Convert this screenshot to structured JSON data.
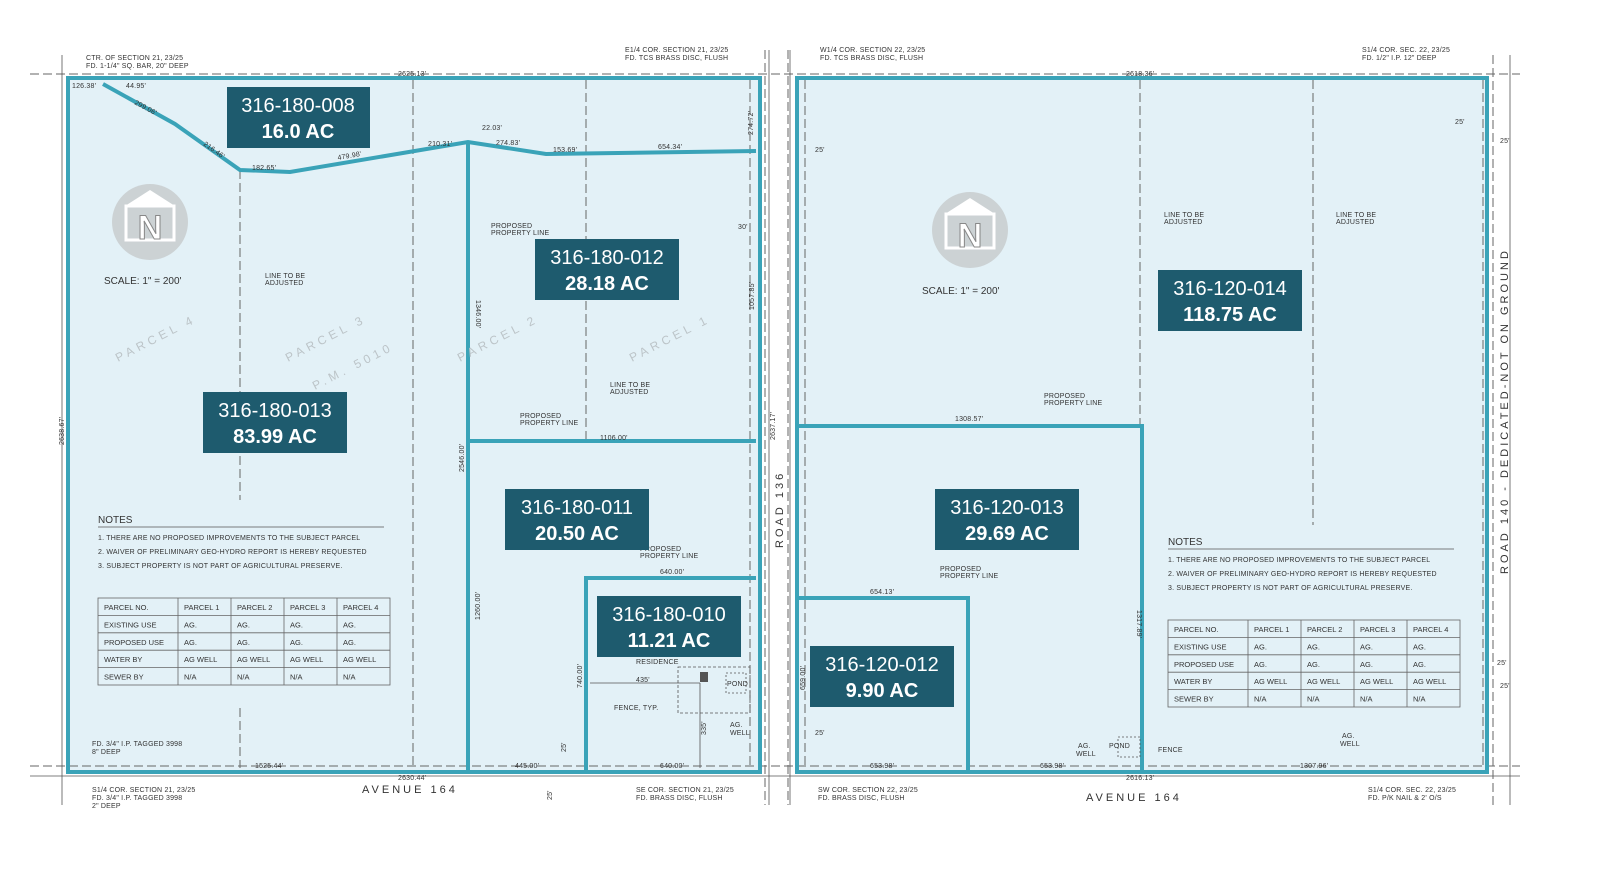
{
  "parcels": [
    {
      "apn": "316-180-008",
      "acres": "16.0 AC"
    },
    {
      "apn": "316-180-012",
      "acres": "28.18 AC"
    },
    {
      "apn": "316-180-013",
      "acres": "83.99 AC"
    },
    {
      "apn": "316-180-011",
      "acres": "20.50 AC"
    },
    {
      "apn": "316-180-010",
      "acres": "11.21 AC"
    },
    {
      "apn": "316-120-014",
      "acres": "118.75 AC"
    },
    {
      "apn": "316-120-013",
      "acres": "29.69 AC"
    },
    {
      "apn": "316-120-012",
      "acres": "9.90 AC"
    }
  ],
  "scale": "SCALE: 1\" = 200'",
  "parcel_names": [
    "PARCEL 4",
    "PARCEL 3",
    "P.M. 5010",
    "PARCEL 2",
    "PARCEL 1"
  ],
  "roads": {
    "avenue_left": "AVENUE 164",
    "avenue_right": "AVENUE 164",
    "road_136": "ROAD 136",
    "road_140": "ROAD 140 - DEDICATED-NOT ON GROUND"
  },
  "corners": {
    "ctr_sec21": [
      "CTR. OF SECTION 21, 23/25",
      "FD. 1-1/4\" SQ. BAR, 20\" DEEP"
    ],
    "e14_sec21": [
      "E1/4 COR. SECTION 21, 23/25",
      "FD. TCS BRASS DISC, FLUSH"
    ],
    "w14_sec22": [
      "W1/4 COR. SECTION 22, 23/25",
      "FD. TCS BRASS DISC, FLUSH"
    ],
    "s14_sec22_top": [
      "S1/4 COR. SEC. 22, 23/25",
      "FD. 1/2\" I.P. 12\" DEEP"
    ],
    "fd_34": [
      "FD. 3/4\" I.P. TAGGED 3998",
      "8\" DEEP"
    ],
    "s14_sec21": [
      "S1/4 COR. SECTION 21, 23/25",
      "FD. 3/4\" I.P. TAGGED 3998",
      "2\" DEEP"
    ],
    "se_sec21": [
      "SE COR. SECTION 21, 23/25",
      "FD. BRASS DISC, FLUSH"
    ],
    "sw_sec22": [
      "SW COR. SECTION 22, 23/25",
      "FD. BRASS DISC, FLUSH"
    ],
    "s14_sec22_bot": [
      "S1/4 COR. SEC. 22, 23/25",
      "FD. P/K NAIL & 2' O/S"
    ]
  },
  "annotations": {
    "line_adjusted": [
      "LINE TO BE",
      "ADJUSTED"
    ],
    "proposed_line": [
      "PROPOSED",
      "PROPERTY LINE"
    ],
    "residence": "RESIDENCE",
    "pond": "POND",
    "fence_typ": "FENCE, TYP.",
    "ag_well": [
      "AG.",
      "WELL"
    ],
    "fence": "FENCE"
  },
  "dimensions": {
    "top_left": "2625.13'",
    "top_right": "2618.36'",
    "bot_left": "2630.44'",
    "bot_right": "2616.13'",
    "left_side": "2638.67'",
    "d1": "126.38'",
    "d2": "44.95'",
    "d3": "299.06'",
    "d4": "216.46'",
    "d5": "182.65'",
    "d6": "479.98'",
    "d7": "210.31'",
    "d8": "22.03'",
    "d9": "274.83'",
    "d10": "153.69'",
    "d11": "654.34'",
    "d12": "274.72'",
    "d13": "1106.00'",
    "d14": "640.00'",
    "d15": "640.00'",
    "d16": "445.00'",
    "d17": "1525.44'",
    "d18": "435'",
    "d19": "335'",
    "d20": "740.00'",
    "d21": "1260.00'",
    "d22": "1346.00'",
    "d23": "2546.00'",
    "d24": "1057.85'",
    "d25": "1308.57'",
    "d26": "654.13'",
    "d27": "653.98'",
    "d28": "653.98'",
    "d29": "1307.96'",
    "d30": "25'",
    "d31": "30'",
    "d32": "2637.17'",
    "d33": "1317.89'",
    "d34": "659.00'"
  },
  "notes": {
    "title": "NOTES",
    "items": [
      "1. THERE ARE NO PROPOSED IMPROVEMENTS TO THE SUBJECT PARCEL",
      "2. WAIVER OF PRELIMINARY GEO-HYDRO REPORT IS HEREBY REQUESTED",
      "3. SUBJECT PROPERTY IS NOT PART OF AGRICULTURAL PRESERVE."
    ]
  },
  "table": {
    "header": [
      "PARCEL NO.",
      "PARCEL 1",
      "PARCEL 2",
      "PARCEL 3",
      "PARCEL 4"
    ],
    "rows": [
      [
        "EXISTING USE",
        "AG.",
        "AG.",
        "AG.",
        "AG."
      ],
      [
        "PROPOSED USE",
        "AG.",
        "AG.",
        "AG.",
        "AG."
      ],
      [
        "WATER BY",
        "AG WELL",
        "AG WELL",
        "AG WELL",
        "AG WELL"
      ],
      [
        "SEWER BY",
        "N/A",
        "N/A",
        "N/A",
        "N/A"
      ]
    ]
  },
  "colors": {
    "accent": "#3aa3b8",
    "label_bg": "#1e5b6e",
    "parcel_fill": "#e3f1f7"
  }
}
